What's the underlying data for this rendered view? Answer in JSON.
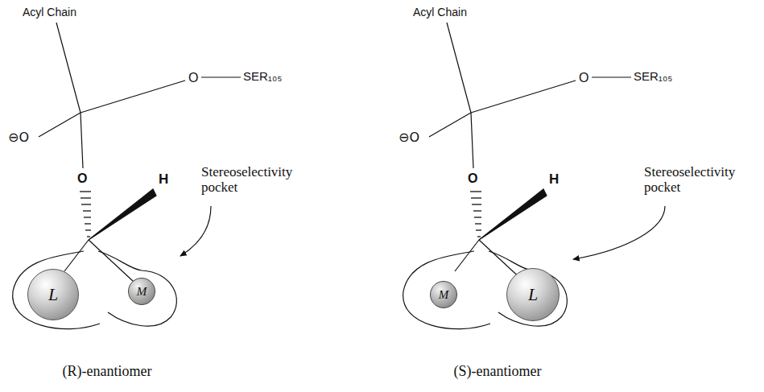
{
  "diagram": {
    "nodes": [
      {
        "text": [
          "L"
        ]
      },
      {
        "text": [
          "M"
        ]
      },
      {
        "text": [
          "M"
        ]
      },
      {
        "text": [
          "L"
        ]
      }
    ],
    "labels": [
      "Acyl Chain",
      "⊖O",
      "O",
      "SER₁₀₅",
      "O",
      "H",
      "Stereoselectivity pocket",
      "(R)-enantiomer",
      "Acyl Chain",
      "⊖O",
      "O",
      "SER₁₀₅",
      "O",
      "H",
      "Stereoselectivity pocket",
      "(S)-enantiomer"
    ]
  }
}
